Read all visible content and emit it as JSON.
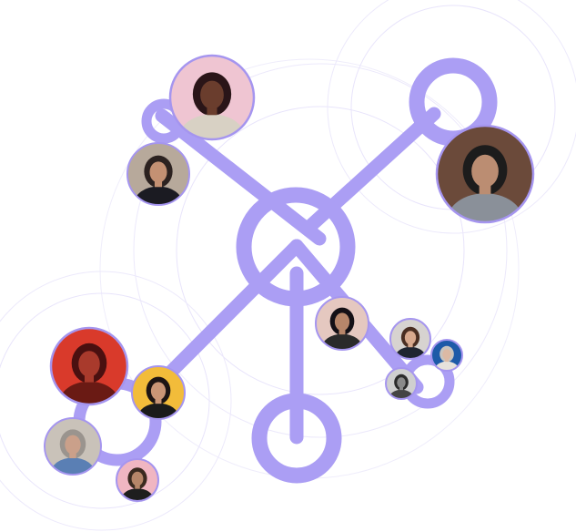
{
  "colors": {
    "background": "#ffffff",
    "accent": "#ab9ef4",
    "ring_outline": "#e6e2fb",
    "avatar_border": "#a595ef"
  },
  "hub": {
    "name": "central-hub-ring",
    "interactable": false
  },
  "nodes": [
    {
      "name": "node-ring-top-right",
      "interactable": false
    },
    {
      "name": "node-ring-bottom",
      "interactable": false
    },
    {
      "name": "node-ring-top-left",
      "interactable": false
    },
    {
      "name": "node-ring-bottom-left",
      "interactable": false
    },
    {
      "name": "node-ring-right-cluster",
      "interactable": false
    }
  ],
  "avatars": [
    {
      "name": "avatar-woman-pink-hair",
      "bg": "#efc5d2",
      "skin": "#6a3d2d",
      "hair": "#2a1518",
      "cloth": "#d8d1c4",
      "interactable": true
    },
    {
      "name": "avatar-woman-long-dark-hair",
      "bg": "#b7a99b",
      "skin": "#c49173",
      "hair": "#2c2220",
      "cloth": "#1b1b22",
      "interactable": true
    },
    {
      "name": "avatar-man-glasses-cap",
      "bg": "#6b4a3a",
      "skin": "#bb8d72",
      "hair": "#1c1c1c",
      "cloth": "#8a9099",
      "interactable": true
    },
    {
      "name": "avatar-woman-smiling-dark-hair",
      "bg": "#e5c8c0",
      "skin": "#b7866a",
      "hair": "#141016",
      "cloth": "#2a2a2a",
      "interactable": true
    },
    {
      "name": "avatar-woman-brown-hair",
      "bg": "#d7d3d0",
      "skin": "#d8a98e",
      "hair": "#4a2e22",
      "cloth": "#1f2430",
      "interactable": true
    },
    {
      "name": "avatar-woman-gray-hair",
      "bg": "#1d5aa8",
      "skin": "#dcb9a4",
      "hair": "#c9c4be",
      "cloth": "#e7e2dc",
      "interactable": true
    },
    {
      "name": "avatar-woman-curly-hair-bw",
      "bg": "#cfcfcf",
      "skin": "#8a8a8a",
      "hair": "#2b2b2b",
      "cloth": "#444444",
      "interactable": true
    },
    {
      "name": "avatar-person-red-light",
      "bg": "#d93a2b",
      "skin": "#a93a2c",
      "hair": "#4a1010",
      "cloth": "#6a1a14",
      "interactable": true
    },
    {
      "name": "avatar-woman-yellow-background",
      "bg": "#f2bc3a",
      "skin": "#c99576",
      "hair": "#1c1414",
      "cloth": "#1b1b1b",
      "interactable": true
    },
    {
      "name": "avatar-older-woman-gray-hair",
      "bg": "#c9c2b9",
      "skin": "#caa08a",
      "hair": "#9a948e",
      "cloth": "#5a7fb4",
      "interactable": true
    },
    {
      "name": "avatar-man-beard-pink-background",
      "bg": "#f0b6c2",
      "skin": "#b68669",
      "hair": "#3a2a20",
      "cloth": "#1e1e1e",
      "interactable": true
    }
  ]
}
